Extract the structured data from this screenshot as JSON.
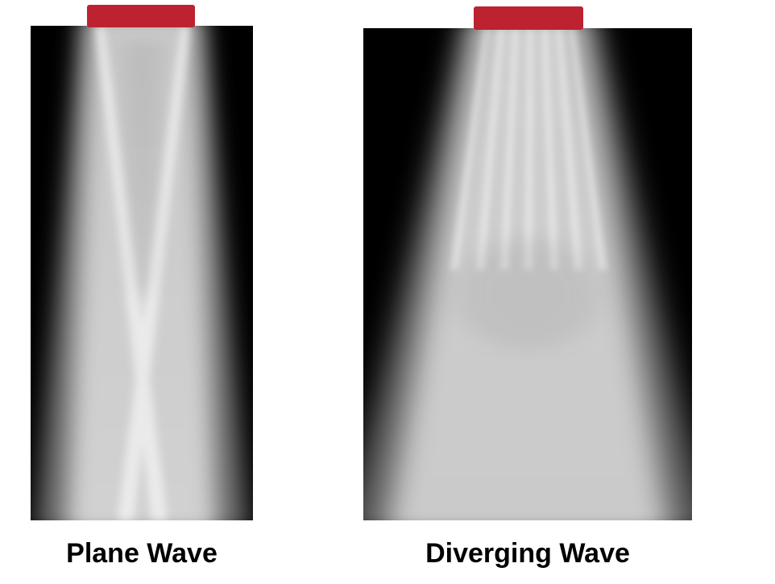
{
  "colors": {
    "transducer": "#bd2231",
    "background": "#000000",
    "beam": "#e3e3e3"
  },
  "panels": [
    {
      "caption": "Plane Wave",
      "wave_type": "plane"
    },
    {
      "caption": "Diverging Wave",
      "wave_type": "diverging"
    }
  ]
}
